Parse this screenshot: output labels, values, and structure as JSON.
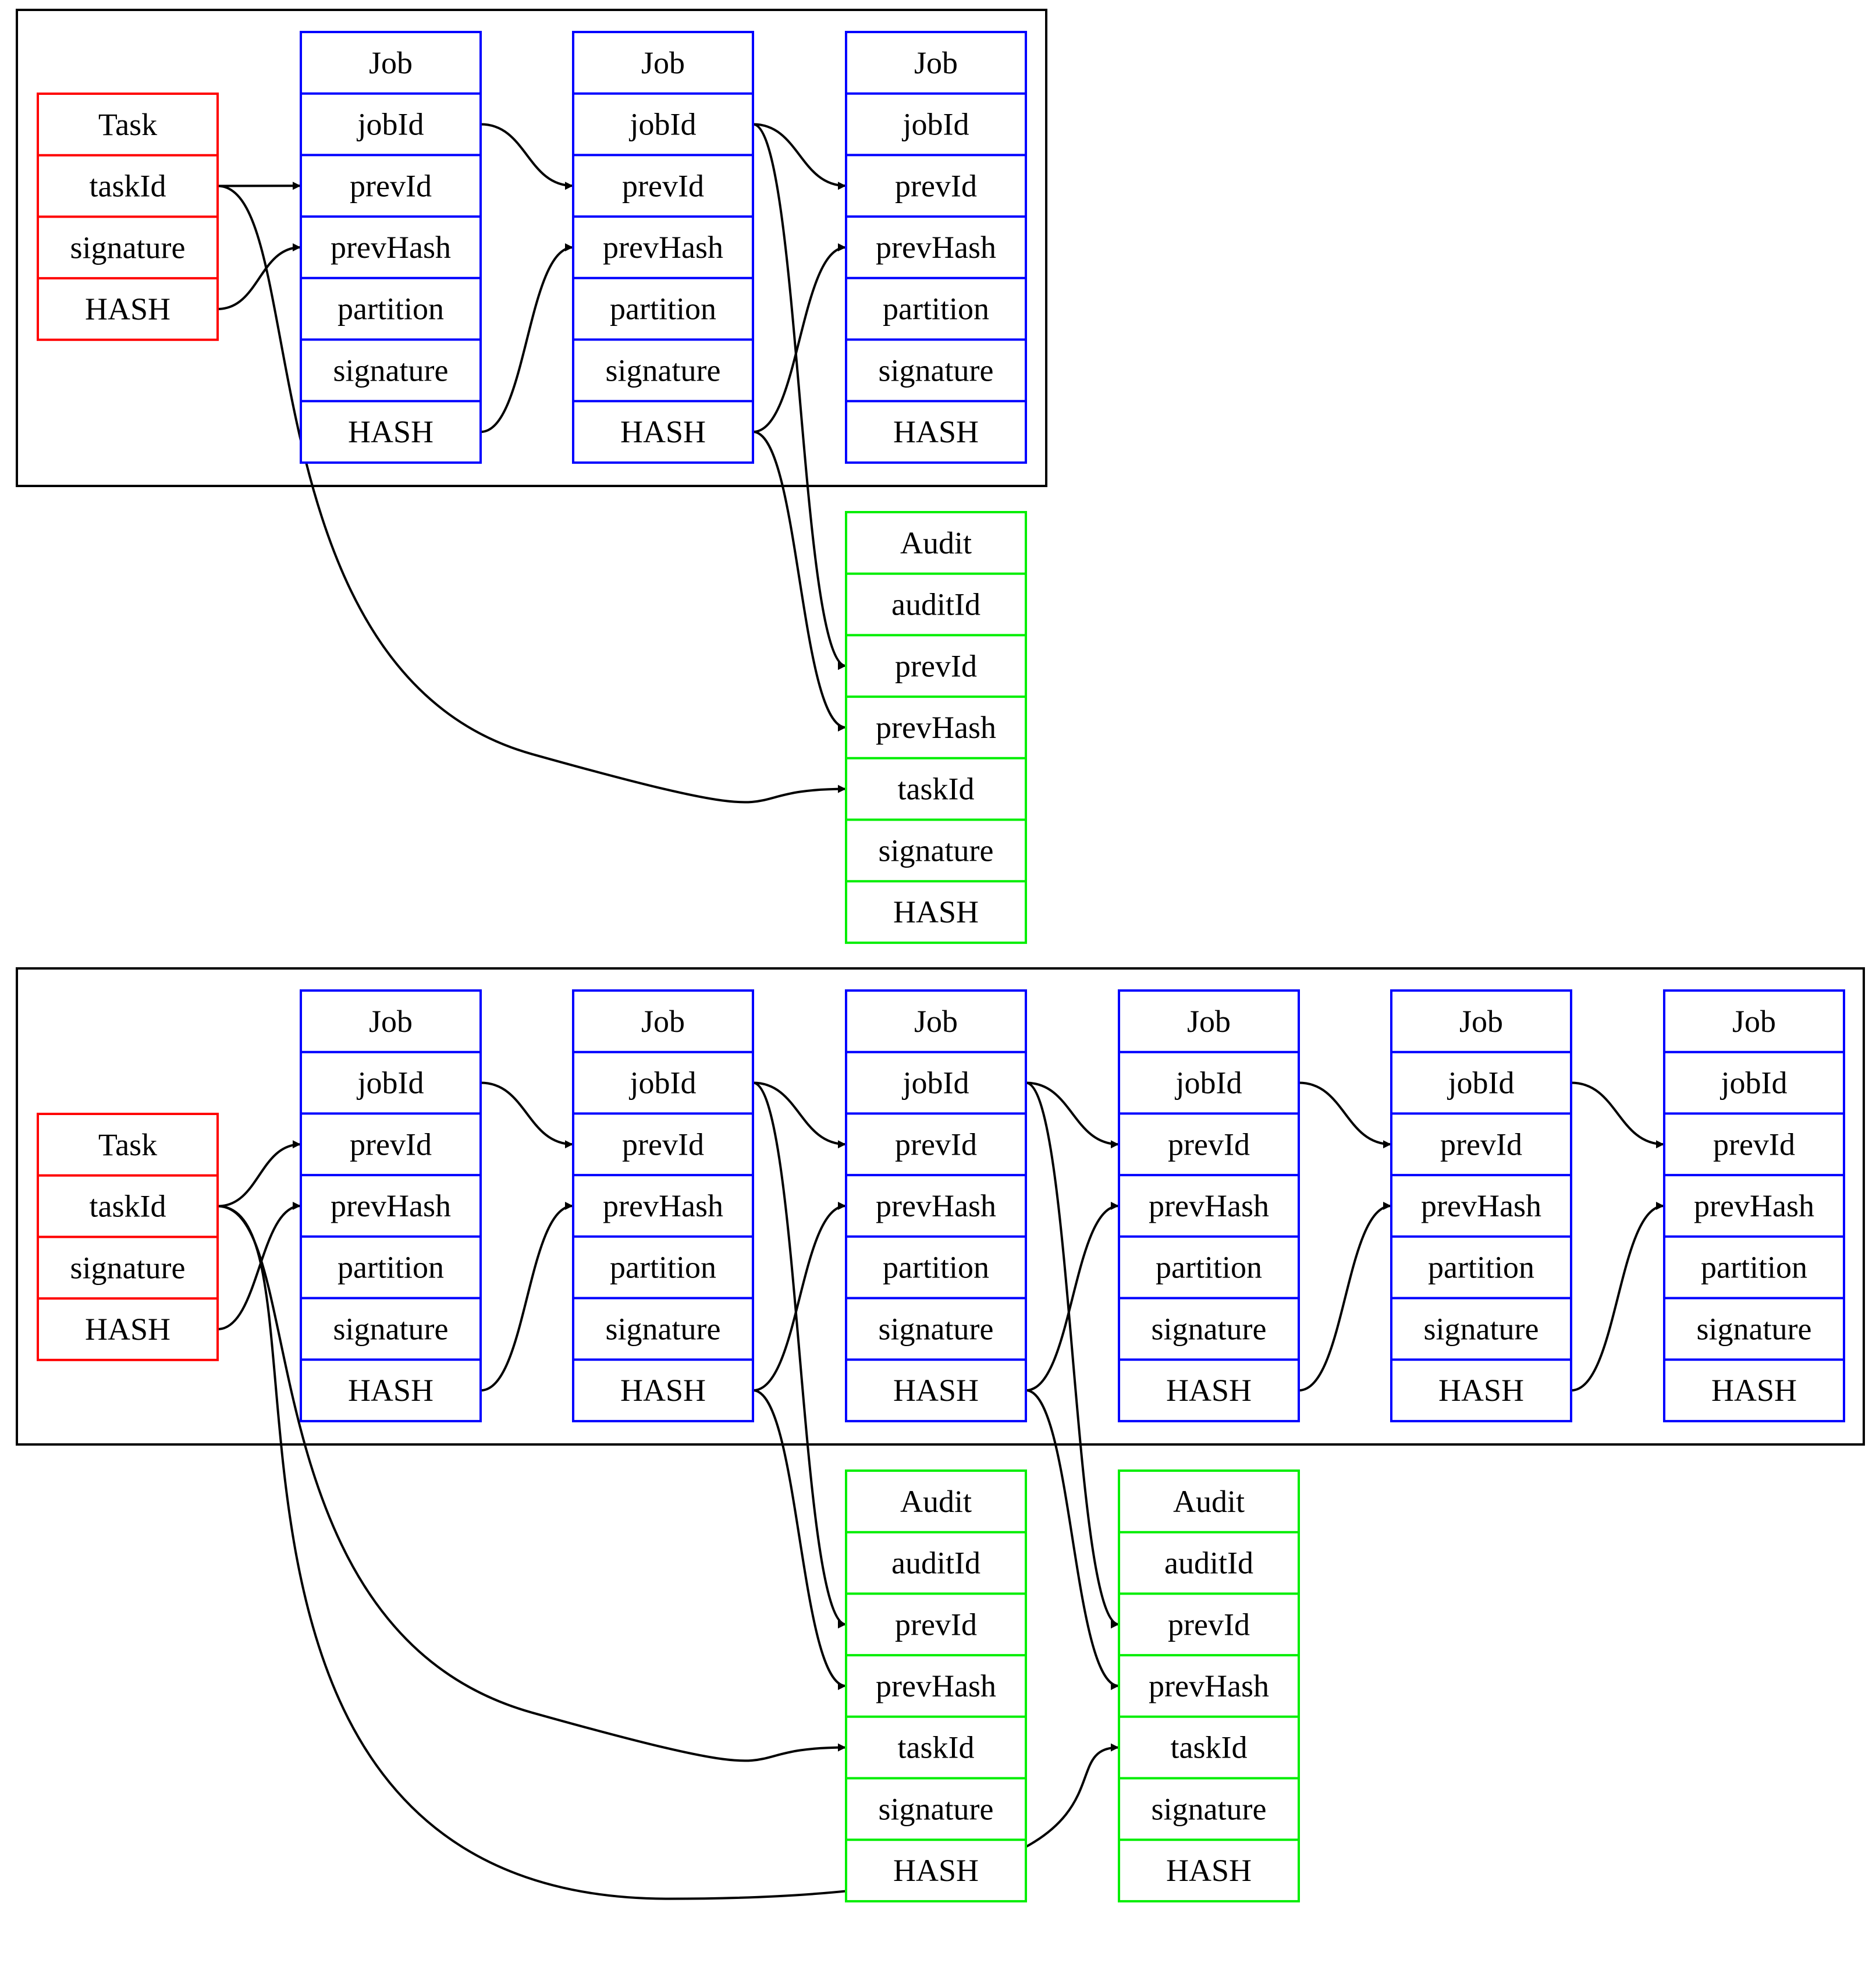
{
  "colors": {
    "task": "#ff0000",
    "job": "#0000ff",
    "audit": "#00ee00",
    "edge": "#000000",
    "cluster": "#000000",
    "text": "#000000"
  },
  "record_fields": {
    "task": [
      "Task",
      "taskId",
      "signature",
      "HASH"
    ],
    "job": [
      "Job",
      "jobId",
      "prevId",
      "prevHash",
      "partition",
      "signature",
      "HASH"
    ],
    "audit": [
      "Audit",
      "auditId",
      "prevId",
      "prevHash",
      "taskId",
      "signature",
      "HASH"
    ]
  },
  "graphs": [
    {
      "task": "task1",
      "jobs": [
        "job1a",
        "job1b",
        "job1c"
      ],
      "audits": [
        "audit1"
      ]
    },
    {
      "task": "task2",
      "jobs": [
        "job2a",
        "job2b",
        "job2c",
        "job2d",
        "job2e",
        "job2f"
      ],
      "audits": [
        "audit2a",
        "audit2b"
      ]
    }
  ],
  "edges": [
    {
      "from": "task1.taskId",
      "to": "job1a.prevId"
    },
    {
      "from": "task1.HASH",
      "to": "job1a.prevHash"
    },
    {
      "from": "job1a.jobId",
      "to": "job1b.prevId"
    },
    {
      "from": "job1a.HASH",
      "to": "job1b.prevHash"
    },
    {
      "from": "job1b.jobId",
      "to": "job1c.prevId"
    },
    {
      "from": "job1b.HASH",
      "to": "job1c.prevHash"
    },
    {
      "from": "job1b.jobId",
      "to": "audit1.prevId"
    },
    {
      "from": "job1b.HASH",
      "to": "audit1.prevHash"
    },
    {
      "from": "task1.taskId",
      "to": "audit1.taskId"
    },
    {
      "from": "task2.taskId",
      "to": "job2a.prevId"
    },
    {
      "from": "task2.HASH",
      "to": "job2a.prevHash"
    },
    {
      "from": "job2a.jobId",
      "to": "job2b.prevId"
    },
    {
      "from": "job2a.HASH",
      "to": "job2b.prevHash"
    },
    {
      "from": "job2b.jobId",
      "to": "job2c.prevId"
    },
    {
      "from": "job2b.HASH",
      "to": "job2c.prevHash"
    },
    {
      "from": "job2c.jobId",
      "to": "job2d.prevId"
    },
    {
      "from": "job2c.HASH",
      "to": "job2d.prevHash"
    },
    {
      "from": "job2d.jobId",
      "to": "job2e.prevId"
    },
    {
      "from": "job2d.HASH",
      "to": "job2e.prevHash"
    },
    {
      "from": "job2e.jobId",
      "to": "job2f.prevId"
    },
    {
      "from": "job2e.HASH",
      "to": "job2f.prevHash"
    },
    {
      "from": "job2b.jobId",
      "to": "audit2a.prevId"
    },
    {
      "from": "job2b.HASH",
      "to": "audit2a.prevHash"
    },
    {
      "from": "job2c.jobId",
      "to": "audit2b.prevId"
    },
    {
      "from": "job2c.HASH",
      "to": "audit2b.prevHash"
    },
    {
      "from": "task2.taskId",
      "to": "audit2a.taskId"
    },
    {
      "from": "task2.taskId",
      "to": "audit2b.taskId"
    }
  ]
}
